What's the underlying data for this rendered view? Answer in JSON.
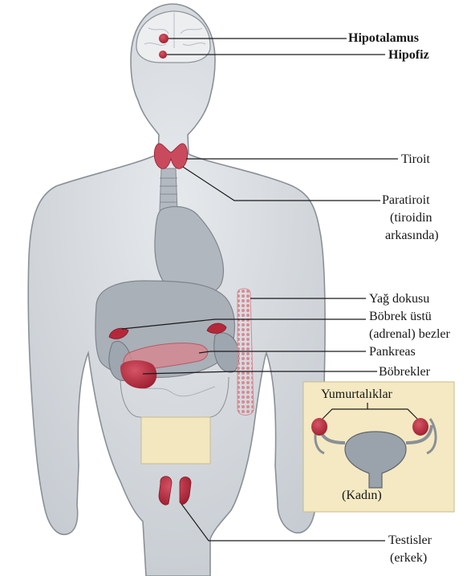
{
  "figure": {
    "colors": {
      "background": "#ffffff",
      "body_fill": "#d4d8dd",
      "body_stroke": "#8a9097",
      "organ_fill": "#a7aeb6",
      "gland_red": "#b4283a",
      "gland_pink": "#d7868f",
      "inset_fill": "#f4e9c2",
      "leader_line": "#1a1a1a"
    },
    "labels": {
      "hypothalamus": "Hipotalamus",
      "pituitary": "Hipofiz",
      "thyroid": "Tiroit",
      "parathyroid_line1": "Paratiroit",
      "parathyroid_line2": "(tiroidin",
      "parathyroid_line3": "arkasında)",
      "adipose": "Yağ dokusu",
      "adrenal_line1": "Böbrek üstü",
      "adrenal_line2": "(adrenal) bezler",
      "pancreas": "Pankreas",
      "kidneys": "Böbrekler",
      "ovaries": "Yumurtalıklar",
      "female": "(Kadın)",
      "testes_line1": "Testisler",
      "testes_line2": "(erkek)"
    }
  }
}
